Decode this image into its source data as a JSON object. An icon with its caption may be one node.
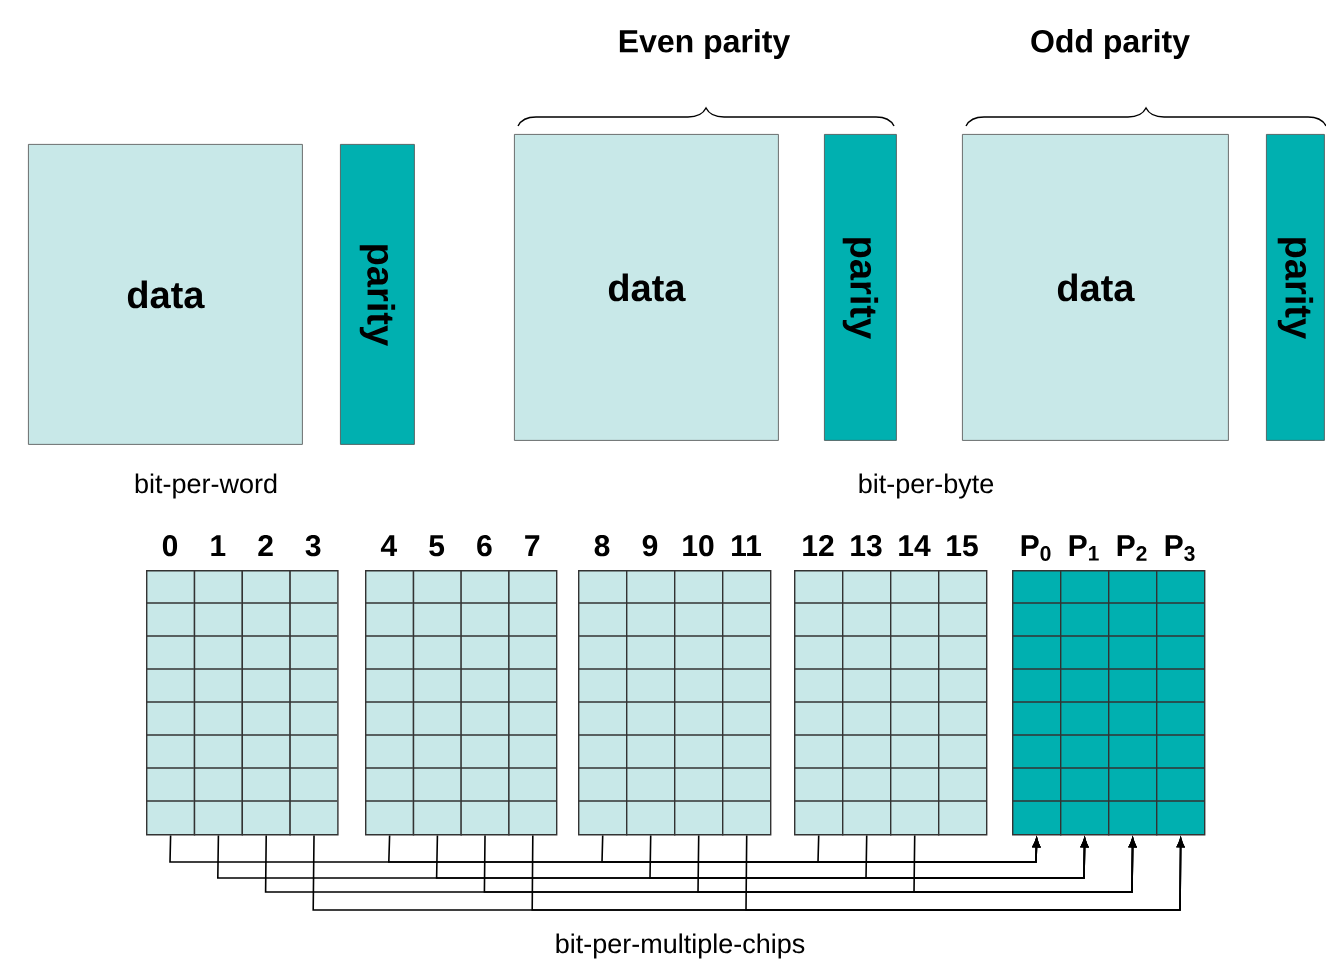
{
  "diagram": {
    "nodes": [
      {
        "text": [
          "data"
        ]
      },
      {
        "text": [
          "parity"
        ]
      },
      {
        "text": [
          "data"
        ]
      },
      {
        "text": [
          "parity"
        ]
      },
      {
        "text": [
          "data"
        ]
      },
      {
        "text": [
          "parity"
        ]
      },
      {
        "text": [
          "0"
        ]
      },
      {
        "text": [
          "1"
        ]
      },
      {
        "text": [
          "2"
        ]
      },
      {
        "text": [
          "3"
        ]
      },
      {
        "text": [
          "4"
        ]
      },
      {
        "text": [
          "5"
        ]
      },
      {
        "text": [
          "6"
        ]
      },
      {
        "text": [
          "7"
        ]
      },
      {
        "text": [
          "8"
        ]
      },
      {
        "text": [
          "9"
        ]
      },
      {
        "text": [
          "10"
        ]
      },
      {
        "text": [
          "11"
        ]
      },
      {
        "text": [
          "12"
        ]
      },
      {
        "text": [
          "13"
        ]
      },
      {
        "text": [
          "14"
        ]
      },
      {
        "text": [
          "15"
        ]
      },
      {
        "text": [
          "P$_{0}$"
        ]
      },
      {
        "text": [
          "P$_{1}$"
        ]
      },
      {
        "text": [
          "P$_{2}$"
        ]
      },
      {
        "text": [
          "P$_{3}$"
        ]
      }
    ],
    "edges": [
      {
        "from": 6,
        "to": 22,
        "arrow": "to"
      },
      {
        "from": 10,
        "to": 22,
        "arrow": "to"
      },
      {
        "from": 14,
        "to": 22,
        "arrow": "to"
      },
      {
        "from": 18,
        "to": 22,
        "arrow": "to"
      },
      {
        "from": 7,
        "to": 23,
        "arrow": "to"
      },
      {
        "from": 11,
        "to": 23,
        "arrow": "to"
      },
      {
        "from": 15,
        "to": 23,
        "arrow": "to"
      },
      {
        "from": 19,
        "to": 23,
        "arrow": "to"
      },
      {
        "from": 8,
        "to": 24,
        "arrow": "to"
      },
      {
        "from": 12,
        "to": 24,
        "arrow": "to"
      },
      {
        "from": 16,
        "to": 24,
        "arrow": "to"
      },
      {
        "from": 20,
        "to": 24,
        "arrow": "to"
      },
      {
        "from": 9,
        "to": 25,
        "arrow": "to"
      },
      {
        "from": 13,
        "to": 25,
        "arrow": "to"
      },
      {
        "from": 17,
        "to": 25,
        "arrow": "to"
      }
    ],
    "labels": [
      "Even parity",
      "Odd parity",
      "bit-per-word",
      "bit-per-byte",
      "bit-per-multiple-chips"
    ]
  }
}
